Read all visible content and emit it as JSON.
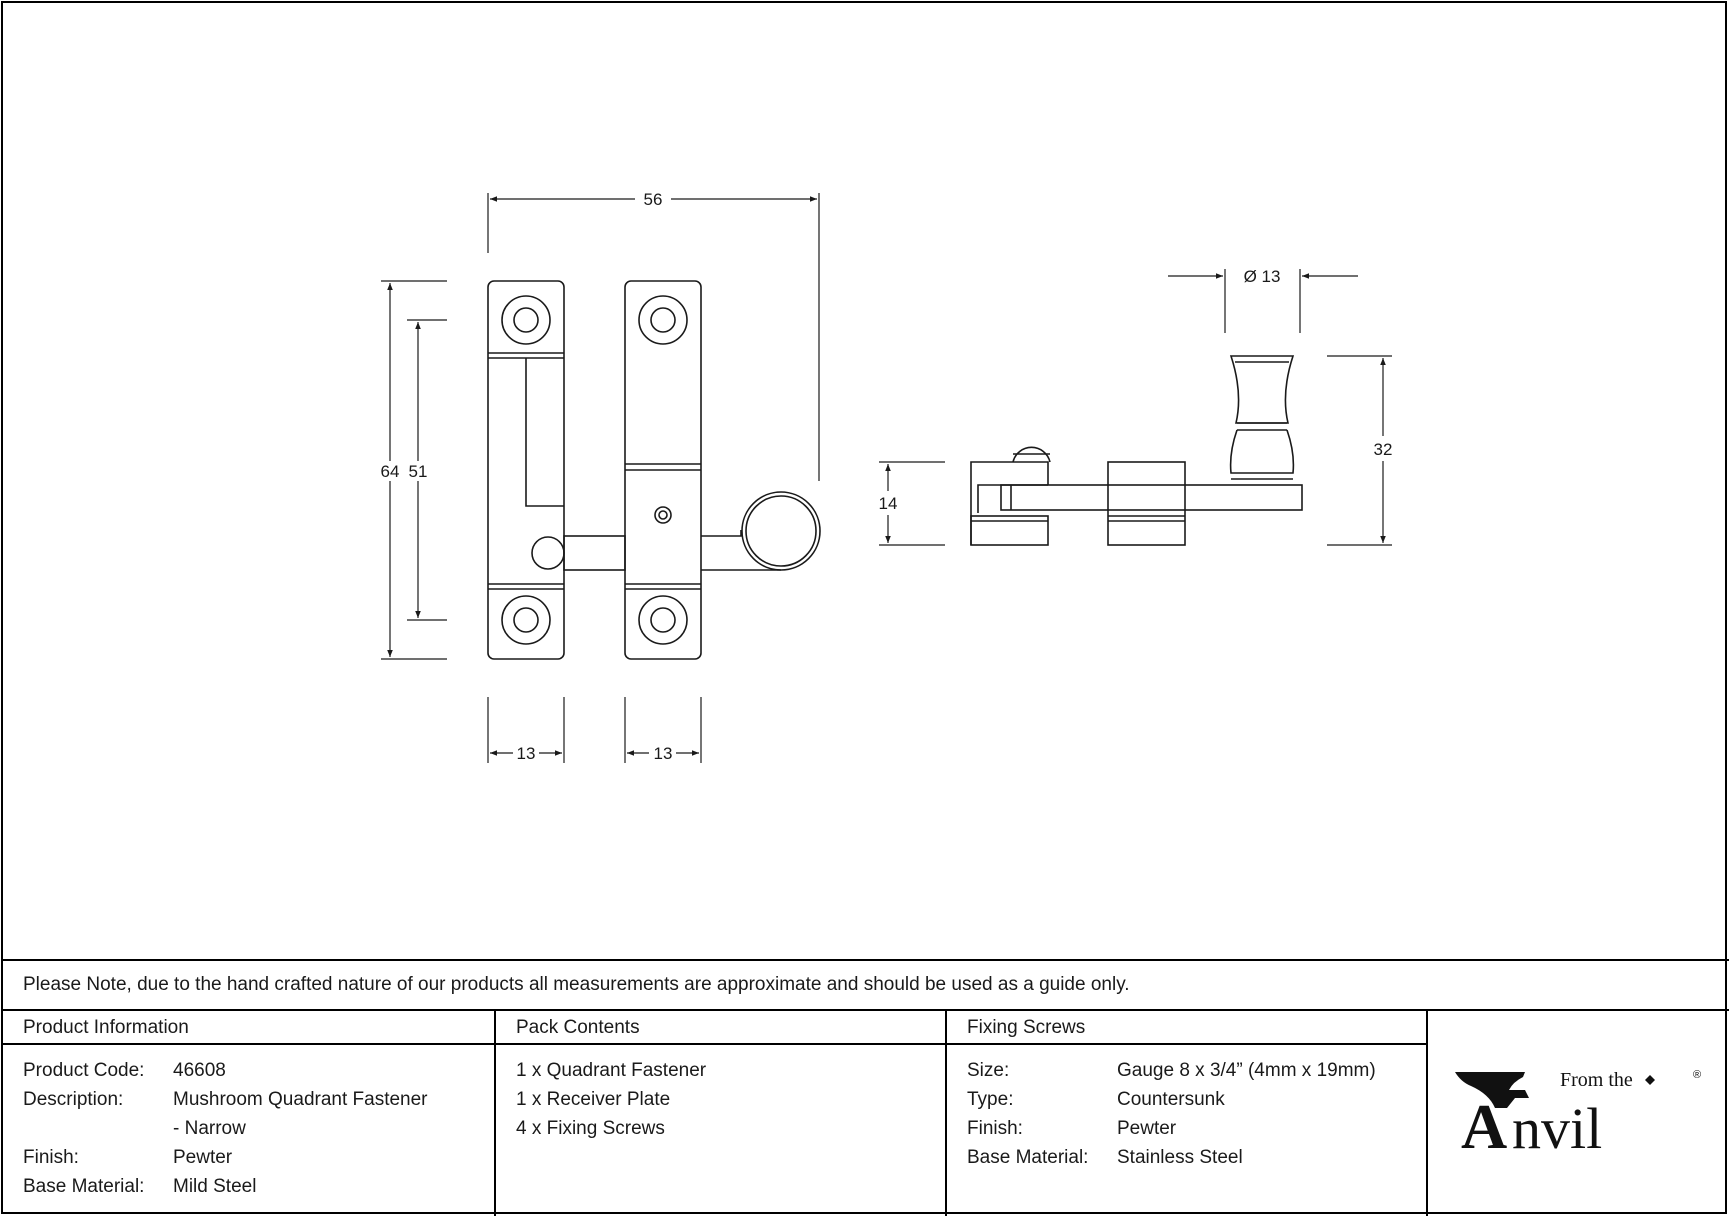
{
  "drawing": {
    "dims": {
      "overall_width": "56",
      "overall_height": "64",
      "hole_spacing": "51",
      "plate_a_width": "13",
      "plate_b_width": "13",
      "knob_diameter": "Ø 13",
      "side_height": "14",
      "total_height": "32"
    }
  },
  "note": "Please Note, due to the hand crafted nature of our products all measurements are approximate and should be used as a guide only.",
  "product_info": {
    "header": "Product Information",
    "rows": [
      {
        "label": "Product Code:",
        "value": "46608"
      },
      {
        "label": "Description:",
        "value": "Mushroom Quadrant Fastener"
      },
      {
        "label": "",
        "value": "- Narrow"
      },
      {
        "label": "Finish:",
        "value": "Pewter"
      },
      {
        "label": "Base Material:",
        "value": "Mild Steel"
      }
    ]
  },
  "pack_contents": {
    "header": "Pack Contents",
    "items": [
      "1 x Quadrant Fastener",
      "1 x Receiver Plate",
      "4 x Fixing Screws"
    ]
  },
  "fixing_screws": {
    "header": "Fixing Screws",
    "rows": [
      {
        "label": "Size:",
        "value": "Gauge 8 x 3/4” (4mm x 19mm)"
      },
      {
        "label": "Type:",
        "value": "Countersunk"
      },
      {
        "label": "Finish:",
        "value": "Pewter"
      },
      {
        "label": "Base Material:",
        "value": "Stainless Steel"
      }
    ]
  },
  "logo": {
    "small_text": "From the",
    "brand": "Anvil",
    "mark": "®"
  }
}
